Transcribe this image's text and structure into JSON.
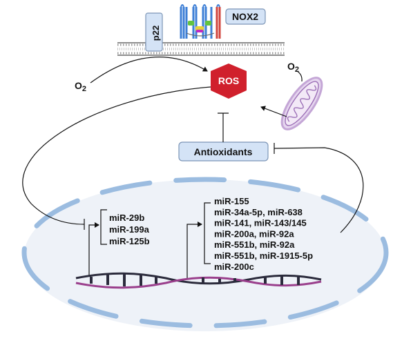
{
  "labels": {
    "nox2": "NOX2",
    "p22": "p22",
    "ros": "ROS",
    "o2_left": "O",
    "o2_left_sub": "2",
    "o2_right": "O",
    "o2_right_sub": "2",
    "antioxidants": "Antioxidants"
  },
  "mirna_group_left": [
    "miR-29b",
    "miR-199a",
    "miR-125b"
  ],
  "mirna_group_right": [
    "miR-155",
    "miR-34a-5p, miR-638",
    "miR-141, miR-143/145",
    "miR-200a, miR-92a",
    "miR-551b, miR-92a",
    "miR-551b, miR-1915-5p",
    "miR-200c"
  ],
  "colors": {
    "ros_fill": "#d0202c",
    "box_fill": "#d4e3f6",
    "box_stroke": "#7c95b6",
    "nucleus_fill": "#eef2f8",
    "nucleus_dash": "#9bbce0",
    "dna_strand_a": "#9a3f8c",
    "dna_strand_b": "#2b2b3c",
    "mito_outer": "#c4a6d6",
    "mito_inner": "#9b6eb6",
    "membrane": "#6a6a6a",
    "nox_blue": "#3e7fd6",
    "nox_red": "#d2443c",
    "nox_green": "#63c43f",
    "nox_yellow": "#e8d23b",
    "nox_magenta": "#c02ac2"
  }
}
